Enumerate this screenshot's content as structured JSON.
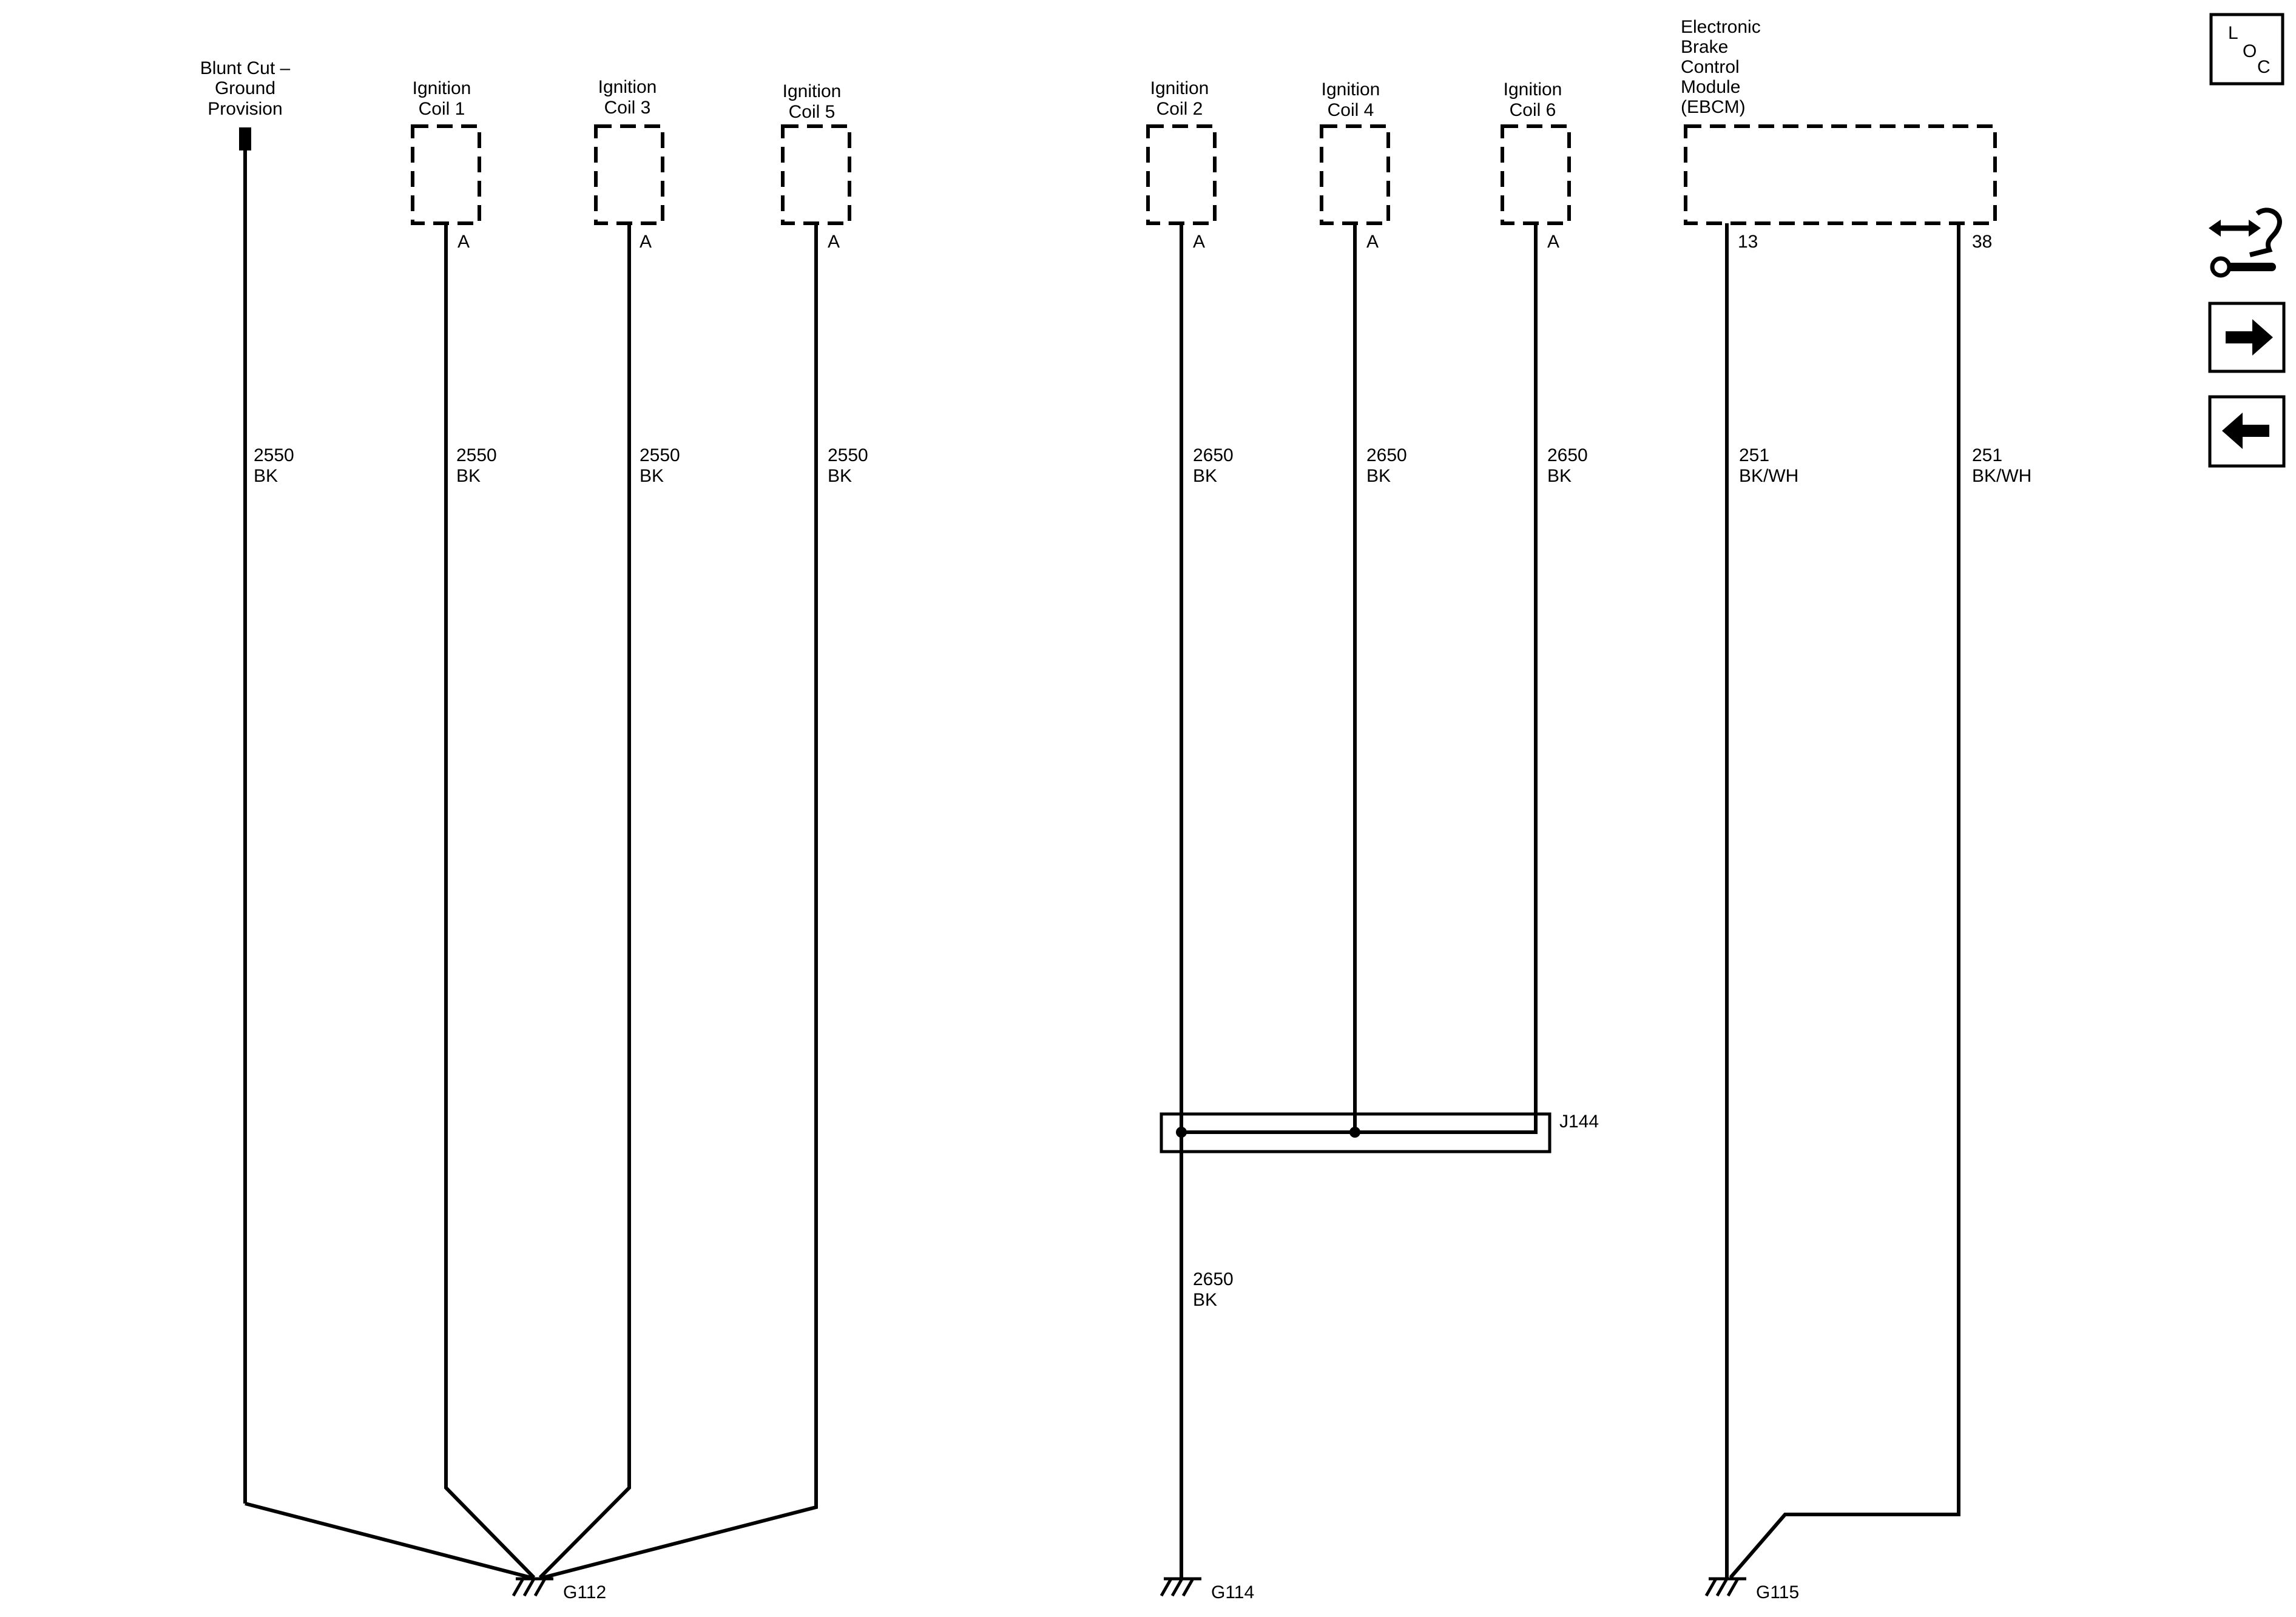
{
  "components": {
    "blunt_cut": {
      "line1": "Blunt Cut –",
      "line2": "Ground",
      "line3": "Provision"
    },
    "coil1": {
      "line1": "Ignition",
      "line2": "Coil 1",
      "pin": "A"
    },
    "coil3": {
      "line1": "Ignition",
      "line2": "Coil 3",
      "pin": "A"
    },
    "coil5": {
      "line1": "Ignition",
      "line2": "Coil 5",
      "pin": "A"
    },
    "coil2": {
      "line1": "Ignition",
      "line2": "Coil 2",
      "pin": "A"
    },
    "coil4": {
      "line1": "Ignition",
      "line2": "Coil 4",
      "pin": "A"
    },
    "coil6": {
      "line1": "Ignition",
      "line2": "Coil 6",
      "pin": "A"
    },
    "ebcm": {
      "line1": "Electronic",
      "line2": "Brake",
      "line3": "Control",
      "line4": "Module",
      "line5": "(EBCM)",
      "pin1": "13",
      "pin2": "38"
    }
  },
  "wires": {
    "w_blunt": {
      "circuit": "2550",
      "color": "BK"
    },
    "w_coil1": {
      "circuit": "2550",
      "color": "BK"
    },
    "w_coil3": {
      "circuit": "2550",
      "color": "BK"
    },
    "w_coil5": {
      "circuit": "2550",
      "color": "BK"
    },
    "w_coil2": {
      "circuit": "2650",
      "color": "BK"
    },
    "w_coil4": {
      "circuit": "2650",
      "color": "BK"
    },
    "w_coil6": {
      "circuit": "2650",
      "color": "BK"
    },
    "w_g114": {
      "circuit": "2650",
      "color": "BK"
    },
    "w_ebcm13": {
      "circuit": "251",
      "color": "BK/WH"
    },
    "w_ebcm38": {
      "circuit": "251",
      "color": "BK/WH"
    }
  },
  "splice": {
    "label": "J144"
  },
  "grounds": {
    "g112": "G112",
    "g114": "G114",
    "g115": "G115"
  },
  "nav": {
    "loc": {
      "l": "L",
      "o": "O",
      "c": "C"
    },
    "icons": [
      "connector-info-icon",
      "next-page-icon",
      "previous-page-icon"
    ]
  }
}
